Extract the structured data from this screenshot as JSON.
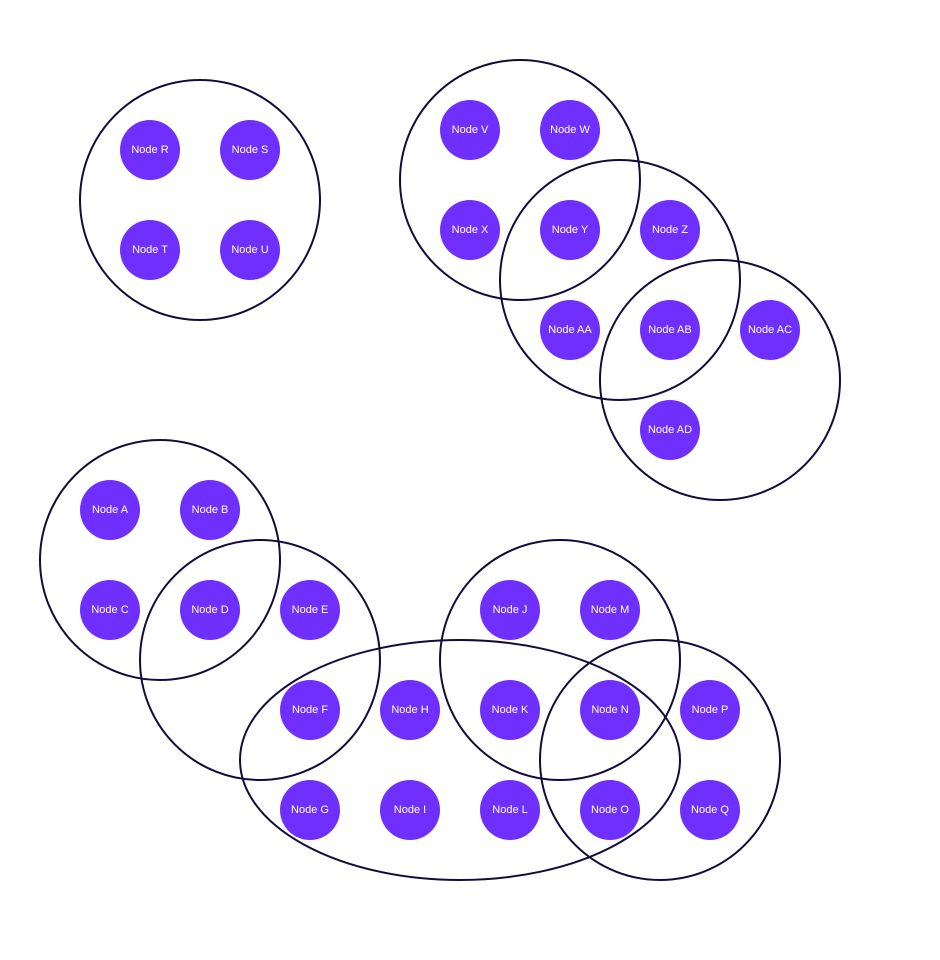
{
  "colors": {
    "node_fill": "#6f30ff",
    "node_text": "#ffffff",
    "group_stroke": "#140a3c",
    "background": "#ffffff"
  },
  "nodes": [
    {
      "id": "R",
      "label": "Node R"
    },
    {
      "id": "S",
      "label": "Node S"
    },
    {
      "id": "T",
      "label": "Node T"
    },
    {
      "id": "U",
      "label": "Node U"
    },
    {
      "id": "V",
      "label": "Node V"
    },
    {
      "id": "W",
      "label": "Node W"
    },
    {
      "id": "X",
      "label": "Node X"
    },
    {
      "id": "Y",
      "label": "Node Y"
    },
    {
      "id": "Z",
      "label": "Node Z"
    },
    {
      "id": "AA",
      "label": "Node AA"
    },
    {
      "id": "AB",
      "label": "Node AB"
    },
    {
      "id": "AC",
      "label": "Node AC"
    },
    {
      "id": "AD",
      "label": "Node AD"
    },
    {
      "id": "A",
      "label": "Node A"
    },
    {
      "id": "B",
      "label": "Node B"
    },
    {
      "id": "C",
      "label": "Node C"
    },
    {
      "id": "D",
      "label": "Node D"
    },
    {
      "id": "E",
      "label": "Node E"
    },
    {
      "id": "F",
      "label": "Node F"
    },
    {
      "id": "G",
      "label": "Node G"
    },
    {
      "id": "H",
      "label": "Node H"
    },
    {
      "id": "I",
      "label": "Node I"
    },
    {
      "id": "J",
      "label": "Node J"
    },
    {
      "id": "K",
      "label": "Node K"
    },
    {
      "id": "L",
      "label": "Node L"
    },
    {
      "id": "M",
      "label": "Node M"
    },
    {
      "id": "N",
      "label": "Node N"
    },
    {
      "id": "O",
      "label": "Node O"
    },
    {
      "id": "P",
      "label": "Node P"
    },
    {
      "id": "Q",
      "label": "Node Q"
    }
  ],
  "groups": [
    {
      "id": "g1",
      "members": [
        "R",
        "S",
        "T",
        "U"
      ]
    },
    {
      "id": "g2",
      "members": [
        "V",
        "W",
        "X",
        "Y"
      ]
    },
    {
      "id": "g3",
      "members": [
        "Y",
        "Z",
        "AA",
        "AB"
      ]
    },
    {
      "id": "g4",
      "members": [
        "AB",
        "AC",
        "AD"
      ]
    },
    {
      "id": "g5",
      "members": [
        "A",
        "B",
        "C",
        "D"
      ]
    },
    {
      "id": "g6",
      "members": [
        "D",
        "E",
        "F"
      ]
    },
    {
      "id": "g7",
      "members": [
        "F",
        "G",
        "H",
        "I",
        "K",
        "L",
        "N",
        "O"
      ]
    },
    {
      "id": "g8",
      "members": [
        "J",
        "M",
        "K",
        "N"
      ]
    },
    {
      "id": "g9",
      "members": [
        "N",
        "O",
        "P",
        "Q"
      ]
    }
  ]
}
